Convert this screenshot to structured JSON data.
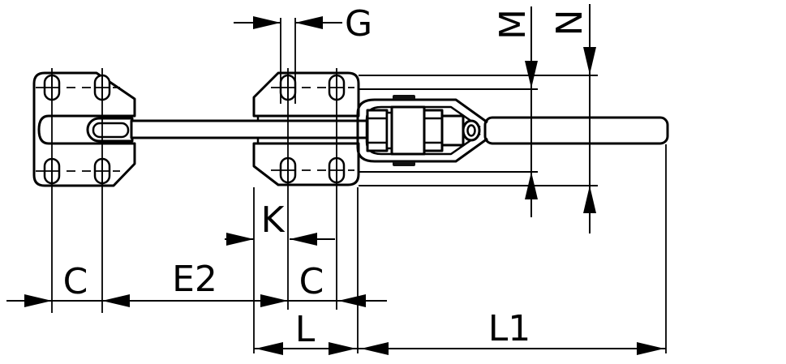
{
  "drawing": {
    "subject": "pull-action latch toggle clamp with catch plate, side view dimension drawing",
    "ink_color": "#000000",
    "paper_color": "#ffffff",
    "labels": {
      "g": "G",
      "m": "M",
      "n": "N",
      "k": "K",
      "c_left": "C",
      "e2": "E2",
      "c_right": "C",
      "l": "L",
      "l1": "L1"
    }
  }
}
